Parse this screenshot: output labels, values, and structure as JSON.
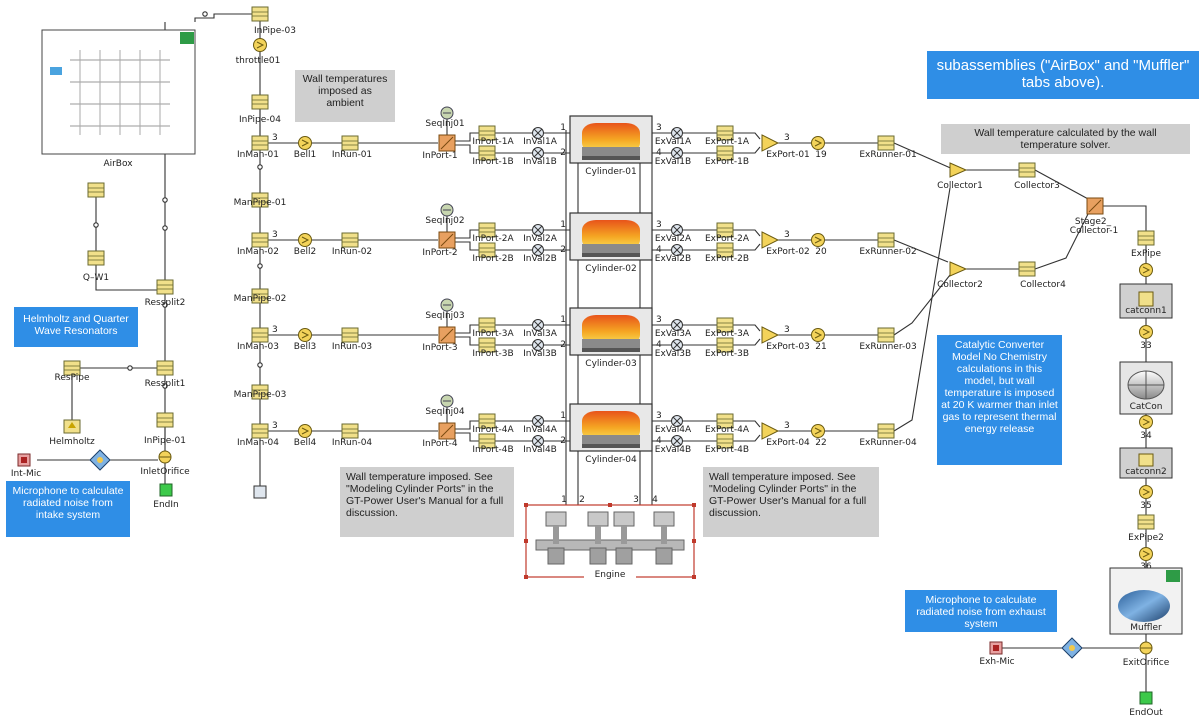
{
  "colors": {
    "pipe": "#f1e08a",
    "pipe_border": "#6a6a30",
    "note_blue": "#2f8ee6",
    "note_gray": "#cfcfcf",
    "line": "#333333",
    "crank_box": "#c0392b"
  },
  "labels": {
    "airbox": "AirBox",
    "inpipe03": "InPipe-03",
    "throttle": "throttle01",
    "inpipe04": "InPipe-04",
    "q1": "Q–W1",
    "ressplit2": "Ressplit2",
    "ressplit1": "Ressplit1",
    "respipe": "ResPipe",
    "helmholtz": "Helmholtz",
    "inpipe01": "InPipe-01",
    "intmic": "Int-Mic",
    "inletorifice": "InletOrifice",
    "endin": "EndIn",
    "manpipe01": "ManPipe-01",
    "manpipe02": "ManPipe-02",
    "manpipe03": "ManPipe-03",
    "inman": [
      "InMan-01",
      "InMan-02",
      "InMan-03",
      "InMan-04"
    ],
    "bell": [
      "Bell1",
      "Bell2",
      "Bell3",
      "Bell4"
    ],
    "inrun": [
      "InRun-01",
      "InRun-02",
      "InRun-03",
      "InRun-04"
    ],
    "seqinj": [
      "SeqInj01",
      "SeqInj02",
      "SeqInj03",
      "SeqInj04"
    ],
    "inport": [
      "InPort-1",
      "InPort-2",
      "InPort-3",
      "InPort-4"
    ],
    "inportA": [
      "InPort-1A",
      "InPort-2A",
      "InPort-3A",
      "InPort-4A"
    ],
    "inportB": [
      "InPort-1B",
      "InPort-2B",
      "InPort-3B",
      "InPort-4B"
    ],
    "invalA": [
      "InVal1A",
      "InVal2A",
      "InVal3A",
      "InVal4A"
    ],
    "invalB": [
      "InVal1B",
      "InVal2B",
      "InVal3B",
      "InVal4B"
    ],
    "cyl": [
      "Cylinder-01",
      "Cylinder-02",
      "Cylinder-03",
      "Cylinder-04"
    ],
    "exvalA": [
      "ExVal1A",
      "ExVal2A",
      "ExVal3A",
      "ExVal4A"
    ],
    "exvalB": [
      "ExVal1B",
      "ExVal2B",
      "ExVal3B",
      "ExVal4B"
    ],
    "exportA": [
      "ExPort-1A",
      "ExPort-2A",
      "ExPort-3A",
      "ExPort-4A"
    ],
    "exportB": [
      "ExPort-1B",
      "ExPort-2B",
      "ExPort-3B",
      "ExPort-4B"
    ],
    "export": [
      "ExPort-01",
      "ExPort-02",
      "ExPort-03",
      "ExPort-04"
    ],
    "bellnum": [
      "19",
      "20",
      "21",
      "22"
    ],
    "exrunner": [
      "ExRunner-01",
      "ExRunner-02",
      "ExRunner-03",
      "ExRunner-04"
    ],
    "collector1": "Collector1",
    "collector2": "Collector2",
    "collector3": "Collector3",
    "collector4": "Collector4",
    "stage2a": "Stage2_",
    "stage2b": "Collector-1",
    "expipe": "ExPipe",
    "catconn1": "catconn1",
    "c33": "33",
    "catcon": "CatCon",
    "c34": "34",
    "catconn2": "catconn2",
    "c35": "35",
    "expipe2": "ExPipe2",
    "c36": "36",
    "muffler": "Muffler",
    "exhmic": "Exh-Mic",
    "exitorifice": "ExitOrifice",
    "endout": "EndOut",
    "engine": "Engine",
    "crank_ports": [
      "1",
      "2",
      "3",
      "4"
    ]
  },
  "notes": {
    "top_right": "subassemblies (\"AirBox\" and \"Muffler\" tabs above).",
    "wall_ambient": "Wall temperatures imposed as ambient",
    "wall_solver": "Wall temperature calculated by the wall temperature solver.",
    "helmholtz": "Helmholtz and Quarter Wave Resonators",
    "mic_intake": "Microphone to calculate radiated noise from intake system",
    "wall_left": "Wall temperature imposed.  See \"Modeling Cylinder Ports\" in the GT-Power User's Manual for a full discussion.",
    "wall_right": "Wall temperature imposed.  See \"Modeling Cylinder Ports\" in the GT-Power User's Manual for a full discussion.",
    "catalytic": "Catalytic Converter Model No Chemistry calculations in this model, but wall temperature is imposed at 20 K warmer than inlet gas to represent thermal energy release",
    "mic_exhaust": "Microphone to calculate radiated noise from exhaust system"
  }
}
